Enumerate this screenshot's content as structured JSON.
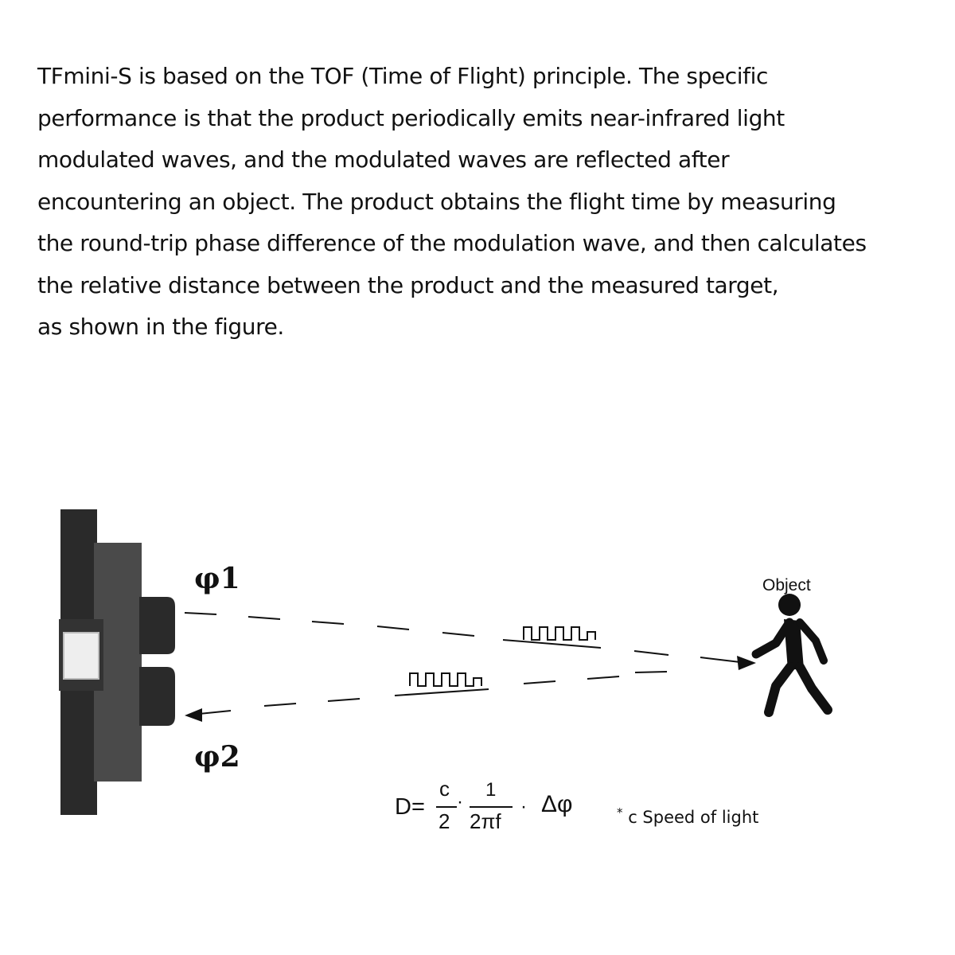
{
  "intro": {
    "lines": [
      "TFmini-S is based on the TOF (Time of Flight) principle. The specific",
      "performance is that the product periodically emits near-infrared light",
      "modulated waves, and the modulated waves are reflected after",
      "encountering an object. The product obtains the flight time by measuring",
      "the round-trip phase difference of the modulation wave, and then calculates",
      "the relative distance between the product and the measured target,",
      "as shown in the figure."
    ]
  },
  "diagram": {
    "phi1": "φ1",
    "phi2": "φ2",
    "object_label": "Object",
    "formula": {
      "lhs": "D=",
      "frac1_num": "c",
      "frac1_den": "2",
      "frac2_num": "1",
      "frac2_den": "2πf",
      "dot": "·",
      "delta_phi": "Δφ"
    },
    "note": {
      "star": "*",
      "text": "c Speed of light"
    }
  }
}
